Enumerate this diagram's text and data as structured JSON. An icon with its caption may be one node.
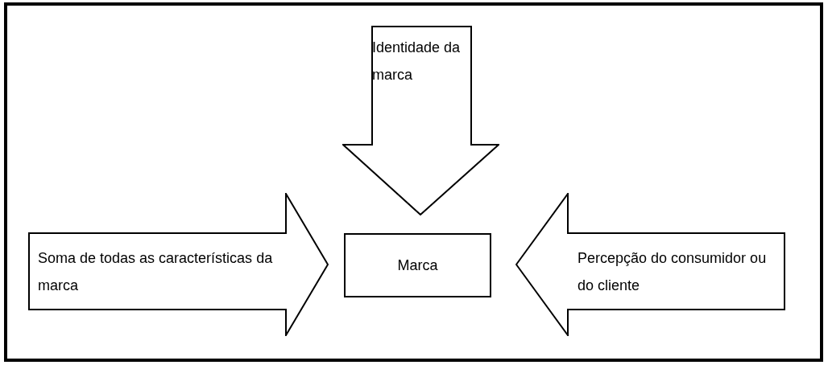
{
  "diagram": {
    "nodes": [
      {
        "text": [
          "Identidade da marca"
        ]
      },
      {
        "text": [
          "Soma de todas as características da marca"
        ]
      },
      {
        "text": [
          "Marca"
        ]
      },
      {
        "text": [
          "Percepção do consumidor ou do cliente"
        ]
      }
    ]
  }
}
